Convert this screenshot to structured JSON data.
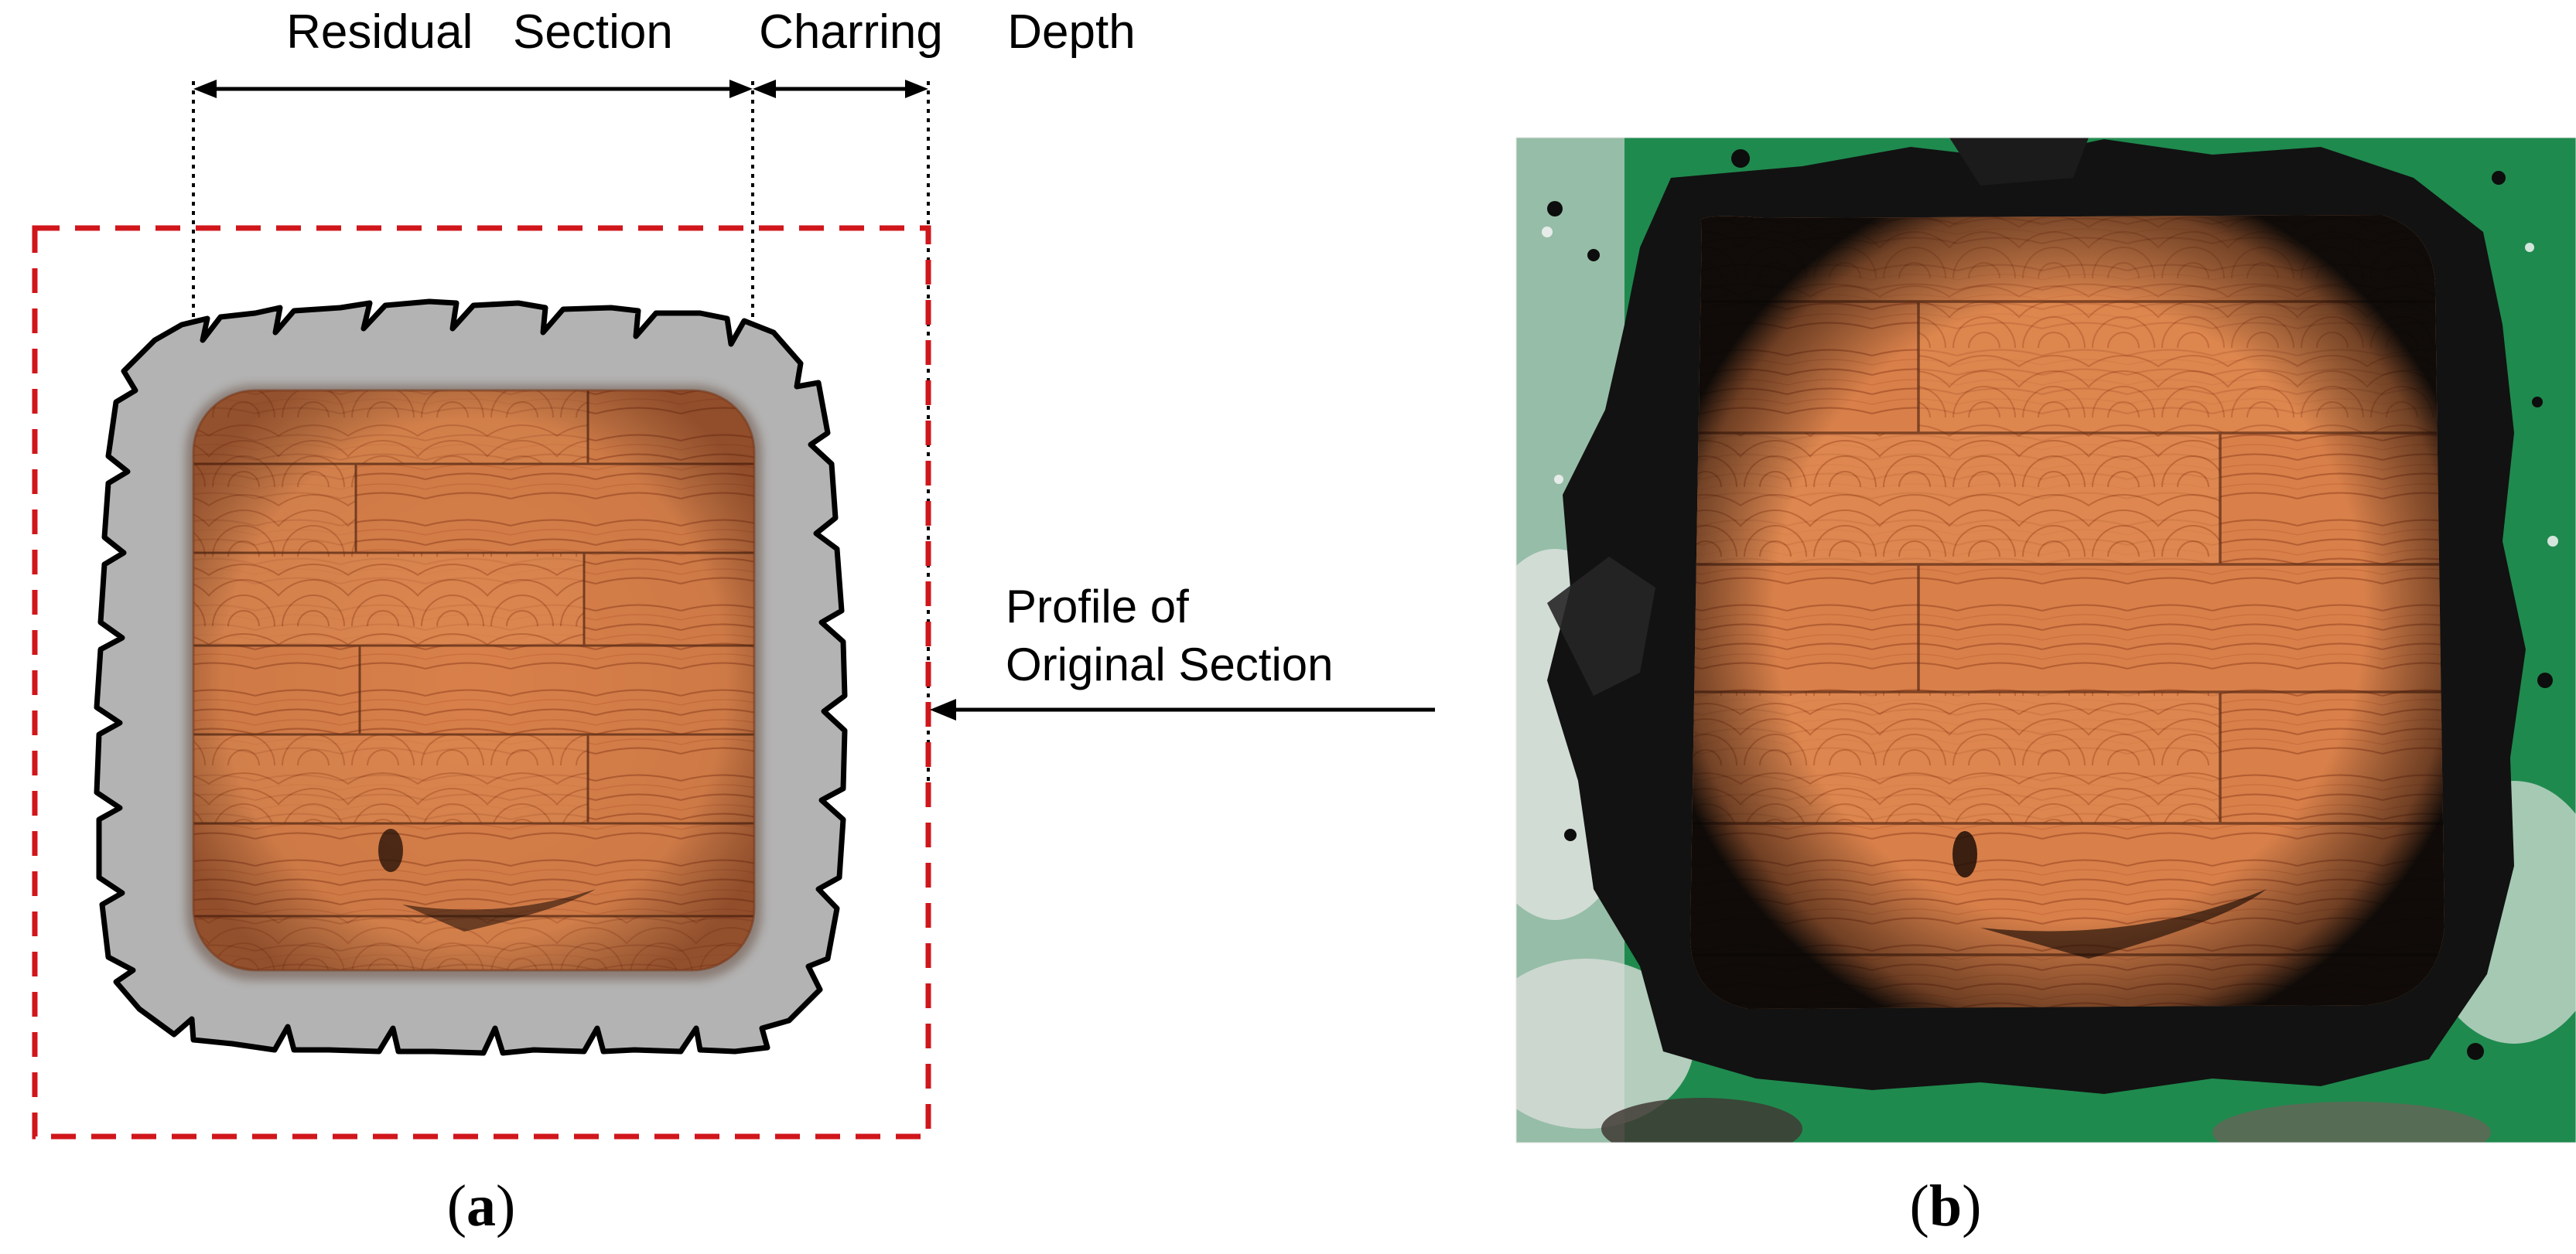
{
  "diagram_a": {
    "dimension_labels": {
      "residual_section": "Residual   Section",
      "charring": "Charring",
      "depth": "Depth"
    },
    "profile_label_line1": "Profile of",
    "profile_label_line2": "Original Section",
    "panel_label_letter": "a"
  },
  "photo_b": {
    "panel_label_letter": "b"
  },
  "colors": {
    "original_profile_dash": "#d0161b",
    "char_layer_fill": "#b3b3b3",
    "char_outline": "#000000",
    "wood_base": "#d9804a",
    "wood_dark": "#a84e24",
    "wood_ring": "#8a3a18",
    "char_black": "#121212",
    "background_green": "#1f8a4e"
  },
  "icons": {
    "dimension_arrow": "double-headed-arrow",
    "pointer_arrow": "left-arrow"
  }
}
